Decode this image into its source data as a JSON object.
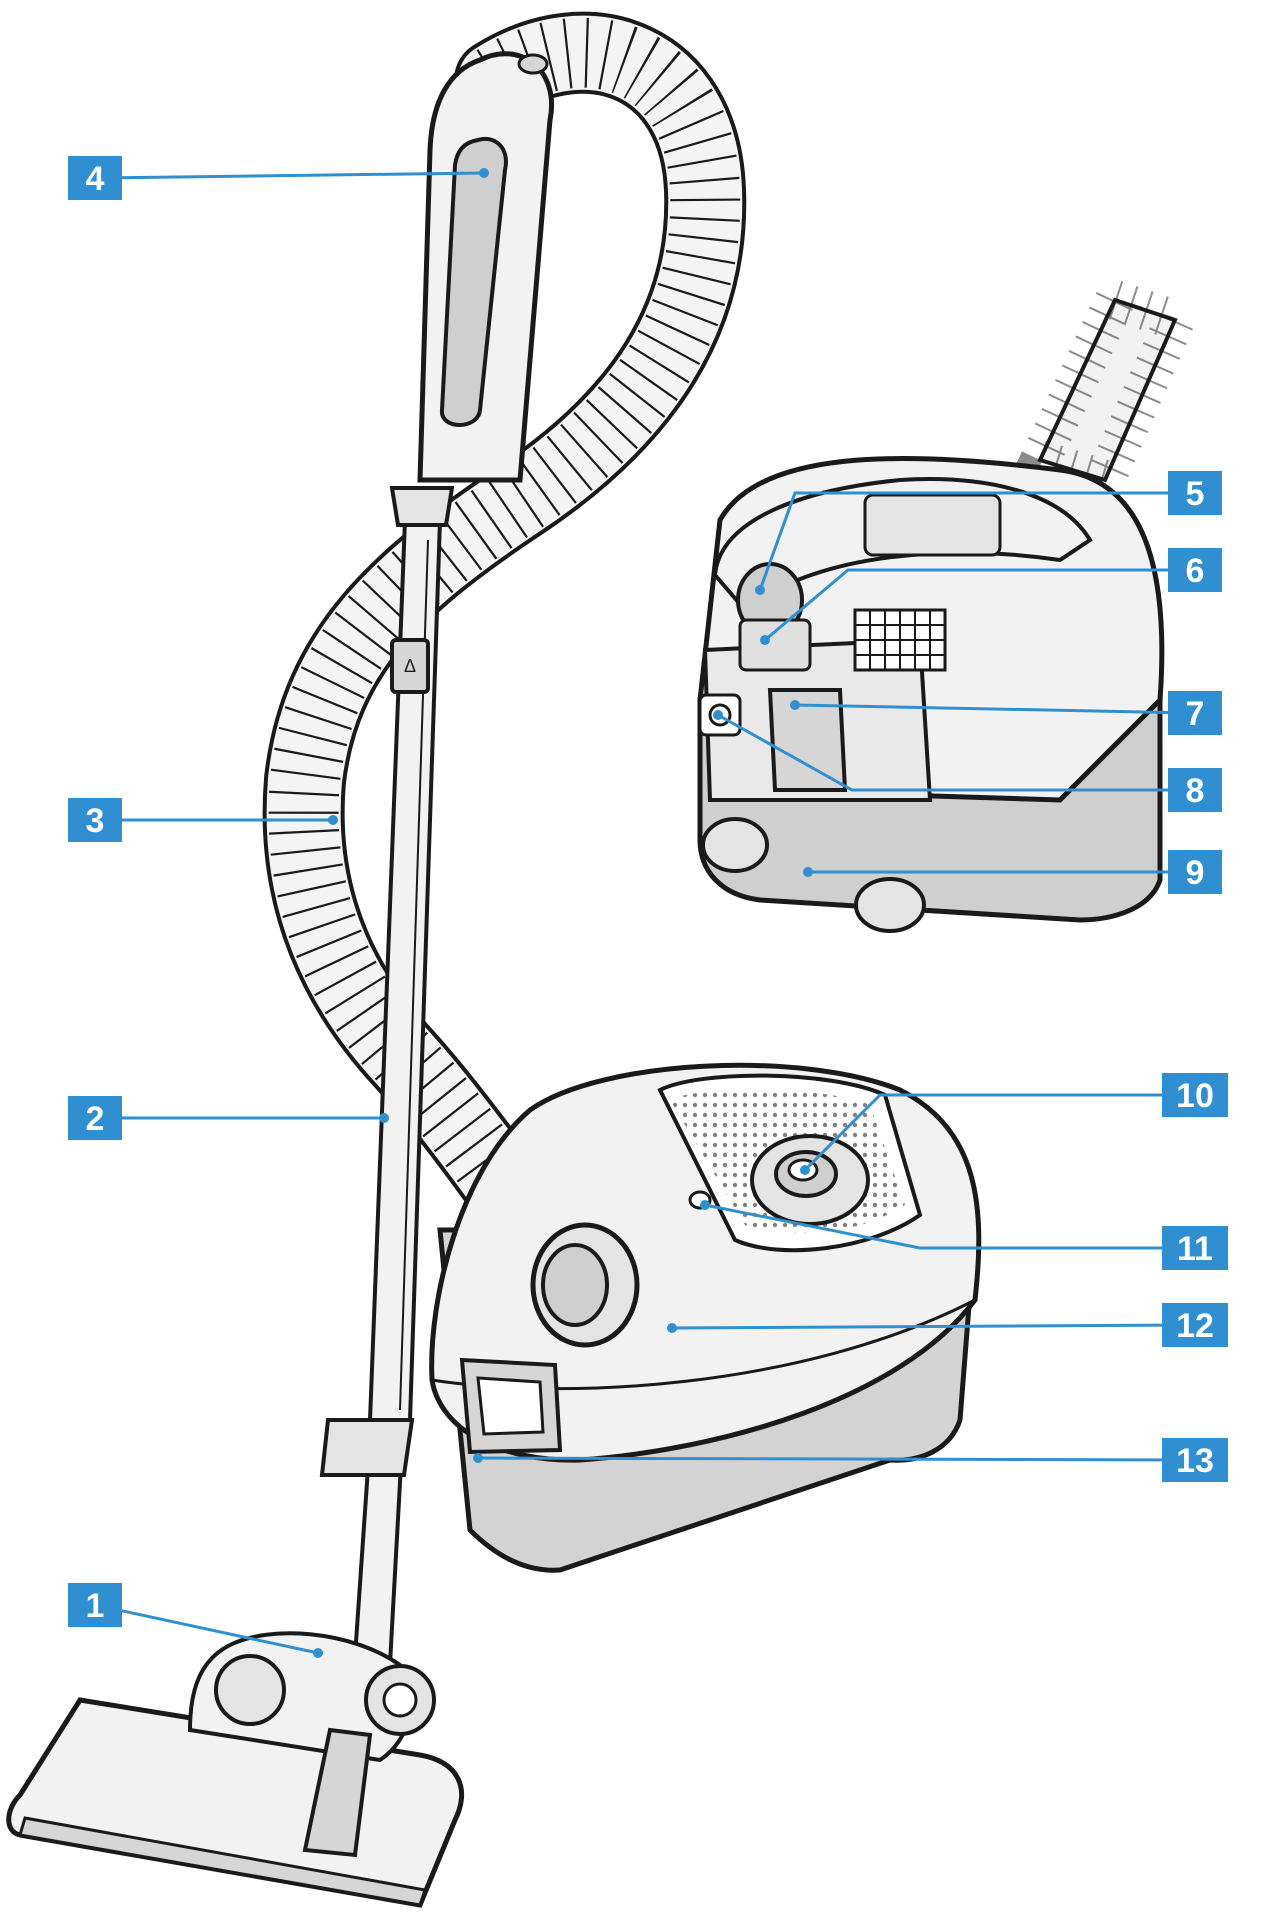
{
  "diagram": {
    "accent_color": "#2f8fd0",
    "outline_color": "#1a1a1a",
    "body_fill": "#f2f2f2",
    "shade_fill": "#d6d6d6",
    "subject": "vacuum-cleaner",
    "callouts": [
      {
        "number": "1",
        "part": "floor-nozzle"
      },
      {
        "number": "2",
        "part": "telescopic-tube"
      },
      {
        "number": "3",
        "part": "suction-hose"
      },
      {
        "number": "4",
        "part": "hose-handle"
      },
      {
        "number": "5",
        "part": "dust-bag-holder"
      },
      {
        "number": "6",
        "part": "dust-bag"
      },
      {
        "number": "7",
        "part": "motor-filter"
      },
      {
        "number": "8",
        "part": "bag-lock"
      },
      {
        "number": "9",
        "part": "base"
      },
      {
        "number": "10",
        "part": "on-off-power-dial"
      },
      {
        "number": "11",
        "part": "filter-change-indicator"
      },
      {
        "number": "12",
        "part": "appliance-body"
      },
      {
        "number": "13",
        "part": "carrying-handle"
      }
    ]
  }
}
